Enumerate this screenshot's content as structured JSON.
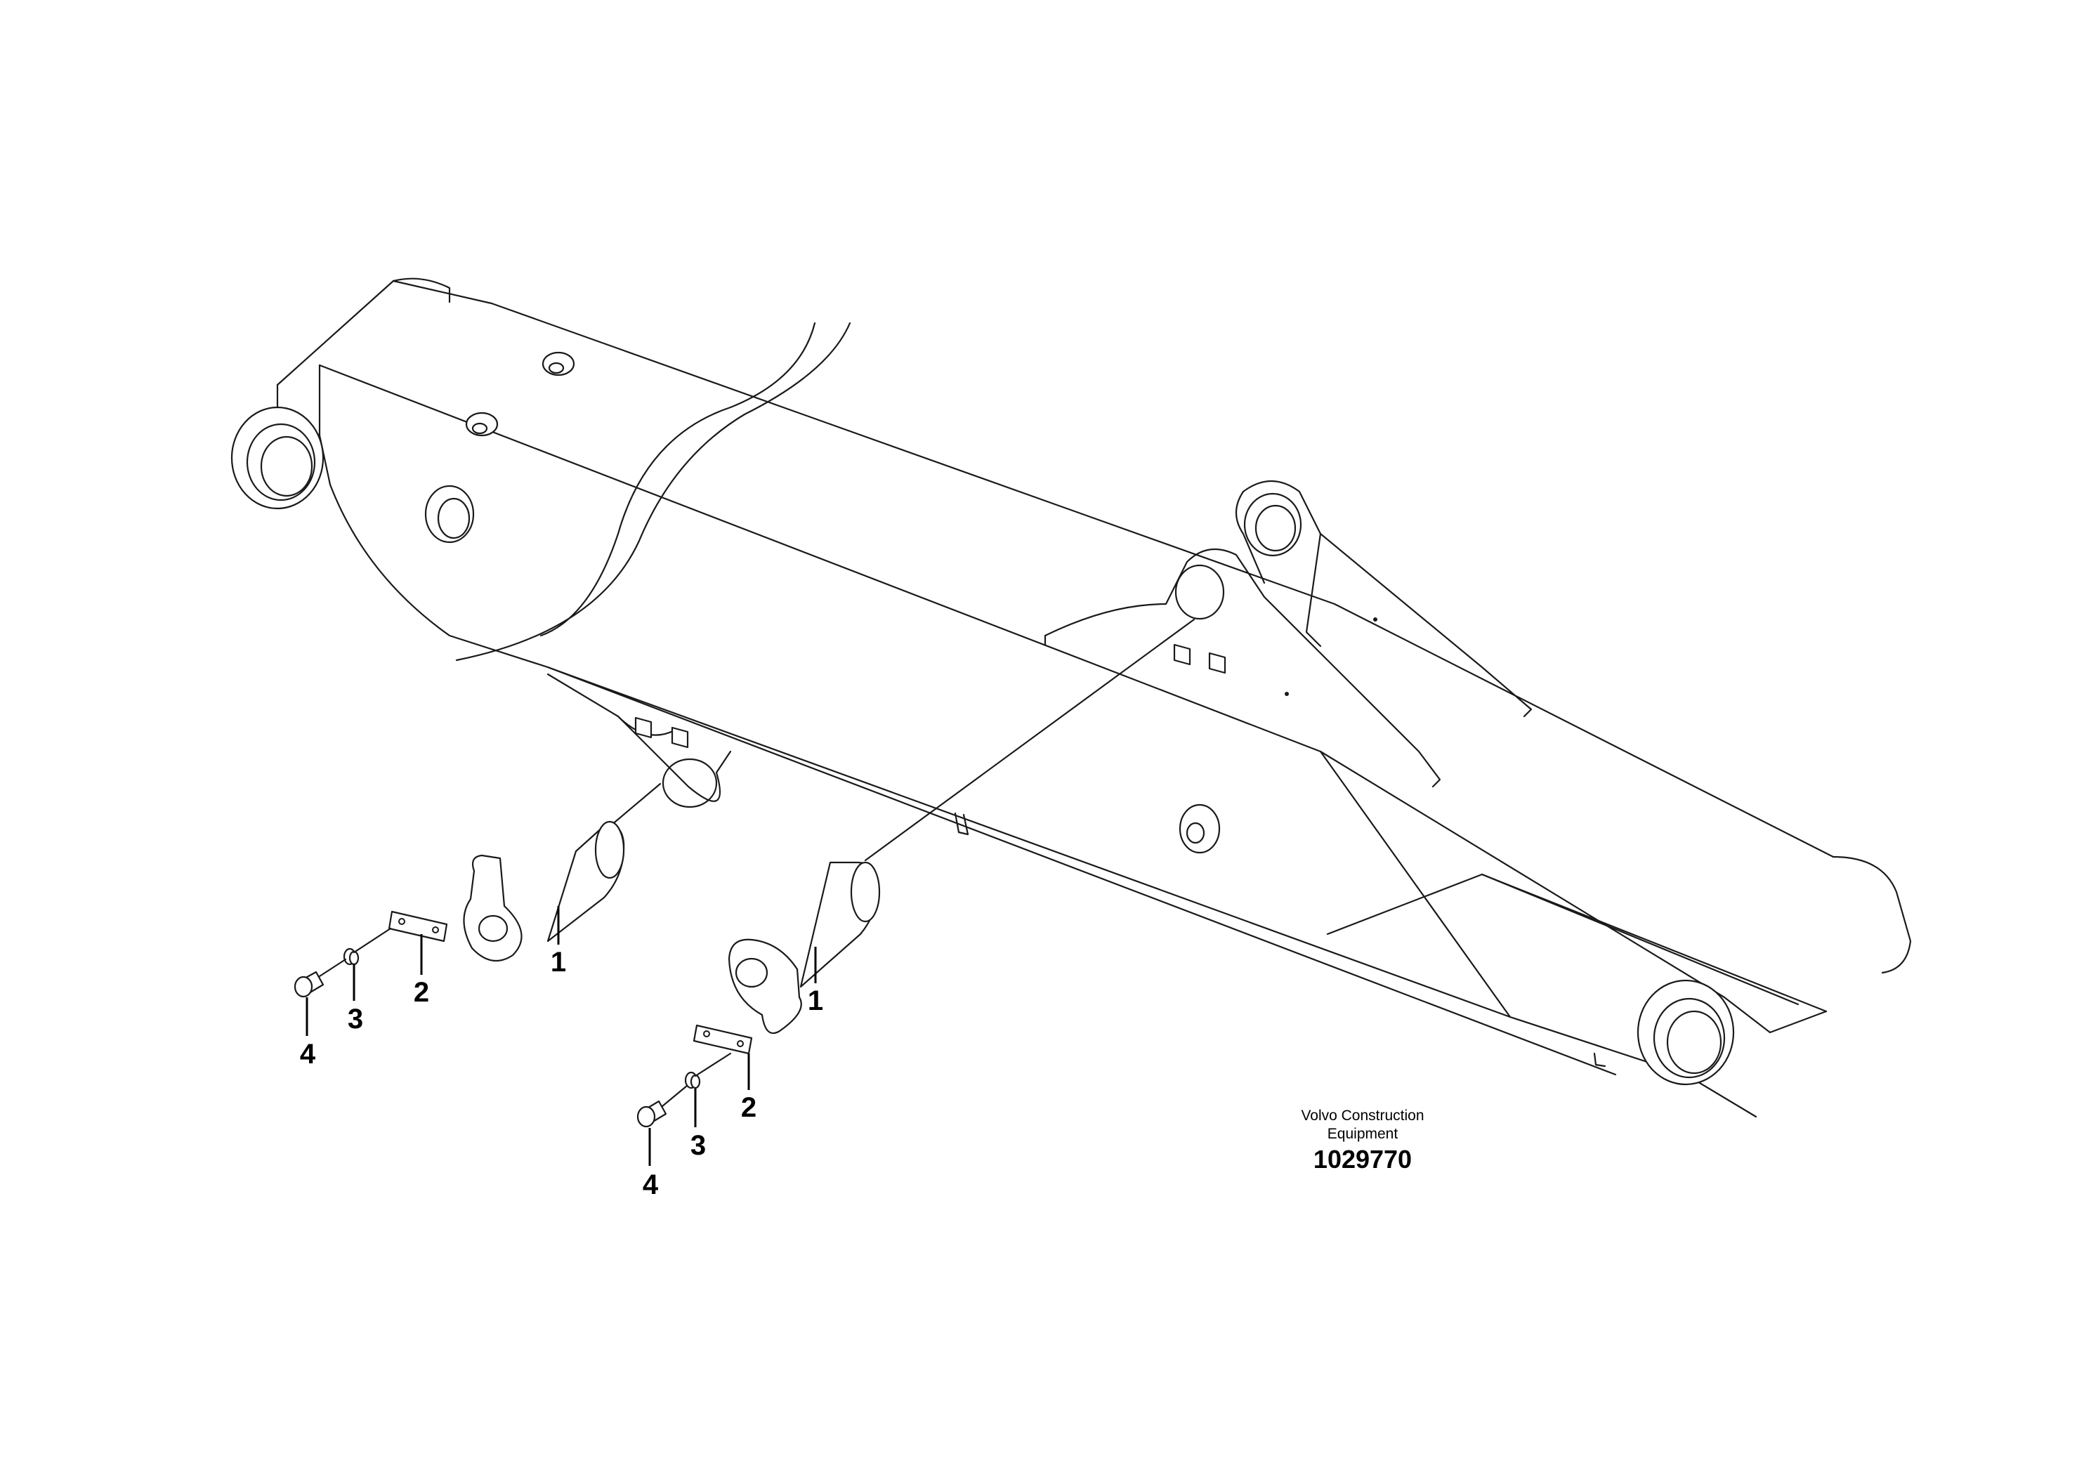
{
  "callouts": [
    {
      "id": "pin-left",
      "label": "1"
    },
    {
      "id": "pin-right",
      "label": "1"
    },
    {
      "id": "plate-left",
      "label": "2"
    },
    {
      "id": "plate-right",
      "label": "2"
    },
    {
      "id": "washer-left",
      "label": "3"
    },
    {
      "id": "washer-right",
      "label": "3"
    },
    {
      "id": "screw-left",
      "label": "4"
    },
    {
      "id": "screw-right",
      "label": "4"
    }
  ],
  "manufacturer": {
    "line1": "Volvo Construction",
    "line2": "Equipment"
  },
  "document_number": "1029770"
}
